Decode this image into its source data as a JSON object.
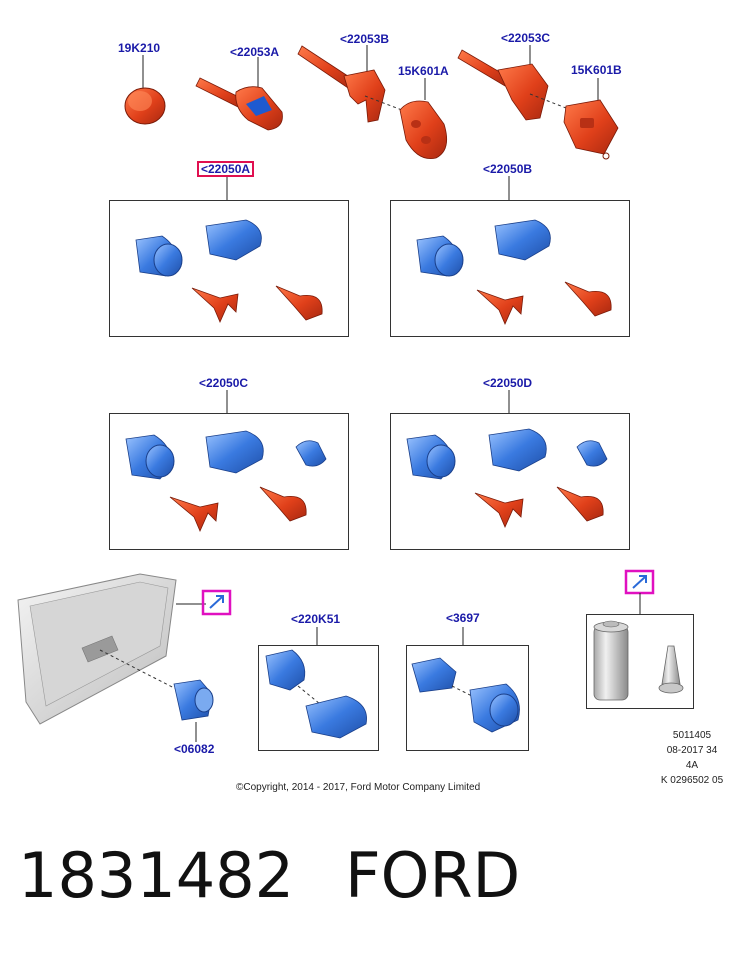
{
  "part_labels": {
    "cap_19k210": "19K210",
    "key_22053a": "<22053A",
    "key_22053b": "<22053B",
    "key_22053c": "<22053C",
    "remote_15k601a": "15K601A",
    "remote_15k601b": "15K601B",
    "set_22050a": "<22050A",
    "set_22050b": "<22050B",
    "set_22050c": "<22050C",
    "set_22050d": "<22050D",
    "cylinder_220k51": "<220K51",
    "cylinder_3697": "<3697",
    "lock_06082": "<06082"
  },
  "diagram_meta": {
    "line1": "5011405",
    "line2": "08-2017 34",
    "line3": "4A",
    "line4": "K 0296502 05"
  },
  "copyright": "©Copyright, 2014 - 2017, Ford Motor Company Limited",
  "part_number": "1831482",
  "brand": "FORD",
  "colors": {
    "label_blue": "#1a1aa8",
    "highlight_red": "#e01050",
    "callout_magenta": "#e010c0",
    "part_red": "#e0401a",
    "part_blue": "#3a7ae0"
  }
}
